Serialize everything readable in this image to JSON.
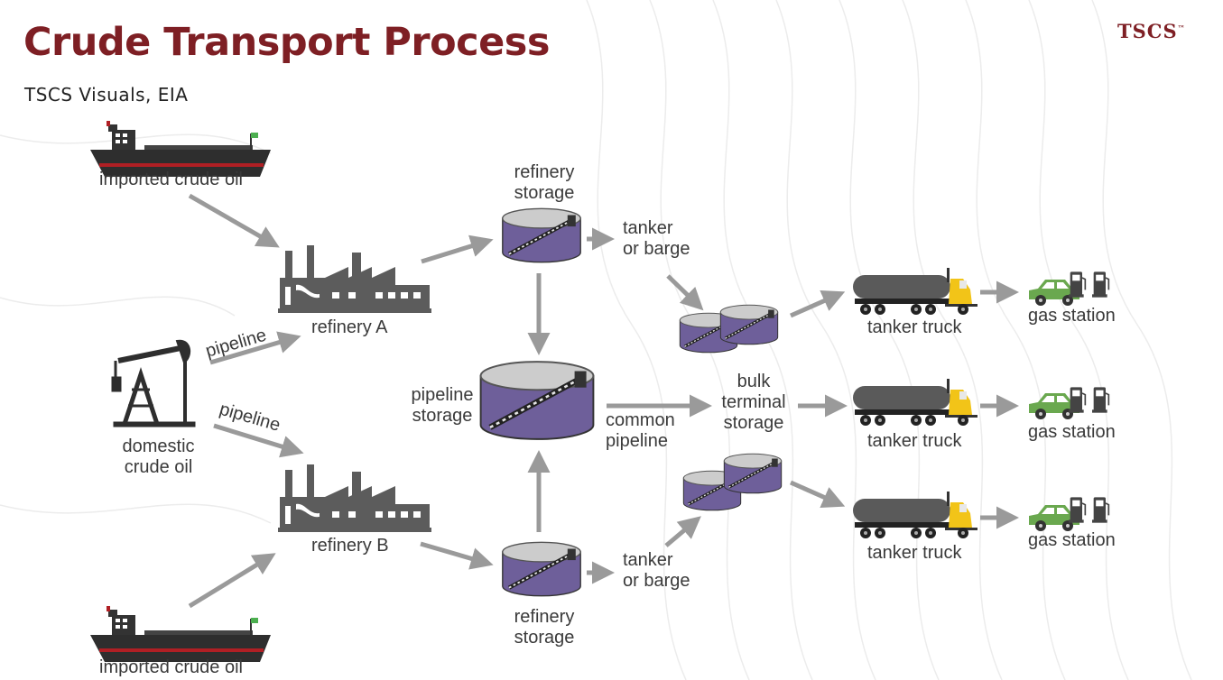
{
  "header": {
    "title": "Crude Transport Process",
    "subtitle": "TSCS Visuals, EIA",
    "brand": "TSCS",
    "brand_mark": "™"
  },
  "colors": {
    "title": "#7e1f24",
    "arrow": "#9a9a9a",
    "tank_body": "#6e5f9a",
    "tank_top": "#c9c9c9",
    "factory": "#5c5c5c",
    "ship_hull": "#2e2e2e",
    "ship_stripe": "#b01f24",
    "truck_cab": "#f2c418",
    "truck_tank": "#5a5a5a",
    "car": "#6aa84f"
  },
  "labels": {
    "imported_top": "imported crude oil",
    "imported_bottom": "imported crude oil",
    "domestic_1": "domestic",
    "domestic_2": "crude oil",
    "pipeline_upper": "pipeline",
    "pipeline_lower": "pipeline",
    "refinery_a": "refinery A",
    "refinery_b": "refinery B",
    "refinery_storage_top_1": "refinery",
    "refinery_storage_top_2": "storage",
    "refinery_storage_bottom_1": "refinery",
    "refinery_storage_bottom_2": "storage",
    "pipeline_storage_1": "pipeline",
    "pipeline_storage_2": "storage",
    "tanker_barge_top_1": "tanker",
    "tanker_barge_top_2": "or barge",
    "tanker_barge_bottom_1": "tanker",
    "tanker_barge_bottom_2": "or barge",
    "common_pipeline_1": "common",
    "common_pipeline_2": "pipeline",
    "bulk_terminal_1": "bulk",
    "bulk_terminal_2": "terminal",
    "bulk_terminal_3": "storage",
    "tanker_truck_1": "tanker truck",
    "tanker_truck_2": "tanker truck",
    "tanker_truck_3": "tanker truck",
    "gas_station_1": "gas station",
    "gas_station_2": "gas station",
    "gas_station_3": "gas station"
  },
  "icons": [
    "oil-tanker-ship-icon",
    "oil-pumpjack-icon",
    "refinery-factory-icon",
    "storage-tank-icon",
    "tanker-truck-icon",
    "car-icon",
    "fuel-pump-icon",
    "arrow-icon"
  ]
}
